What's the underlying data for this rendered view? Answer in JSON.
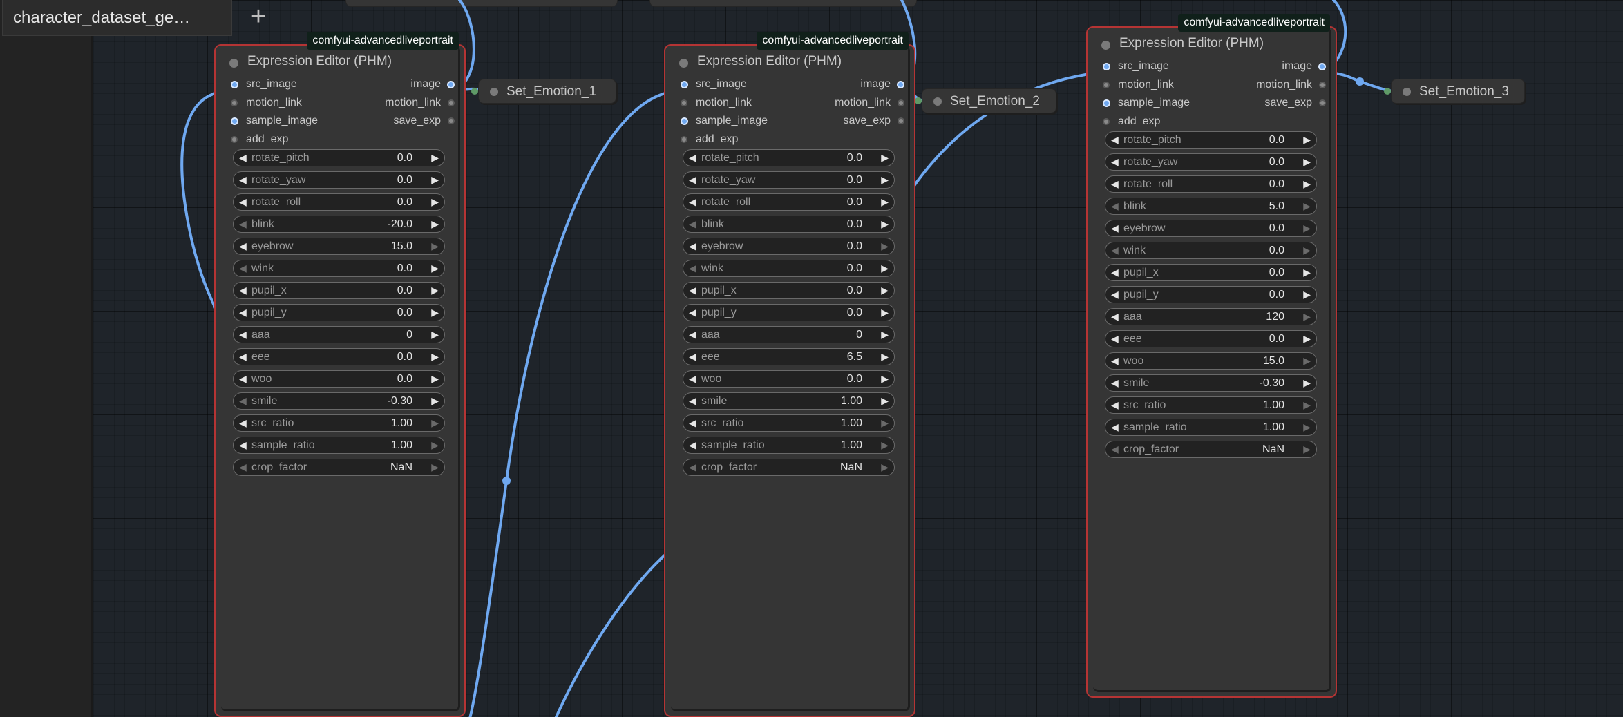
{
  "tab": {
    "title": "character_dataset_ge…",
    "add_label": "+"
  },
  "colors": {
    "wire": "#6fa8f0",
    "node_border": "#b53434",
    "badge_bg": "#10201a"
  },
  "nodes": [
    {
      "badge": "comfyui-advancedliveportrait",
      "title": "Expression Editor (PHM)",
      "inputs": [
        "src_image",
        "motion_link",
        "sample_image",
        "add_exp"
      ],
      "outputs": [
        "image",
        "motion_link",
        "save_exp"
      ],
      "widgets": [
        {
          "label": "rotate_pitch",
          "value": "0.0"
        },
        {
          "label": "rotate_yaw",
          "value": "0.0"
        },
        {
          "label": "rotate_roll",
          "value": "0.0"
        },
        {
          "label": "blink",
          "value": "-20.0"
        },
        {
          "label": "eyebrow",
          "value": "15.0"
        },
        {
          "label": "wink",
          "value": "0.0"
        },
        {
          "label": "pupil_x",
          "value": "0.0"
        },
        {
          "label": "pupil_y",
          "value": "0.0"
        },
        {
          "label": "aaa",
          "value": "0"
        },
        {
          "label": "eee",
          "value": "0.0"
        },
        {
          "label": "woo",
          "value": "0.0"
        },
        {
          "label": "smile",
          "value": "-0.30"
        },
        {
          "label": "src_ratio",
          "value": "1.00"
        },
        {
          "label": "sample_ratio",
          "value": "1.00"
        },
        {
          "label": "crop_factor",
          "value": "NaN"
        }
      ]
    },
    {
      "badge": "comfyui-advancedliveportrait",
      "title": "Expression Editor (PHM)",
      "inputs": [
        "src_image",
        "motion_link",
        "sample_image",
        "add_exp"
      ],
      "outputs": [
        "image",
        "motion_link",
        "save_exp"
      ],
      "widgets": [
        {
          "label": "rotate_pitch",
          "value": "0.0"
        },
        {
          "label": "rotate_yaw",
          "value": "0.0"
        },
        {
          "label": "rotate_roll",
          "value": "0.0"
        },
        {
          "label": "blink",
          "value": "0.0"
        },
        {
          "label": "eyebrow",
          "value": "0.0"
        },
        {
          "label": "wink",
          "value": "0.0"
        },
        {
          "label": "pupil_x",
          "value": "0.0"
        },
        {
          "label": "pupil_y",
          "value": "0.0"
        },
        {
          "label": "aaa",
          "value": "0"
        },
        {
          "label": "eee",
          "value": "6.5"
        },
        {
          "label": "woo",
          "value": "0.0"
        },
        {
          "label": "smile",
          "value": "1.00"
        },
        {
          "label": "src_ratio",
          "value": "1.00"
        },
        {
          "label": "sample_ratio",
          "value": "1.00"
        },
        {
          "label": "crop_factor",
          "value": "NaN"
        }
      ]
    },
    {
      "badge": "comfyui-advancedliveportrait",
      "title": "Expression Editor (PHM)",
      "inputs": [
        "src_image",
        "motion_link",
        "sample_image",
        "add_exp"
      ],
      "outputs": [
        "image",
        "motion_link",
        "save_exp"
      ],
      "widgets": [
        {
          "label": "rotate_pitch",
          "value": "0.0"
        },
        {
          "label": "rotate_yaw",
          "value": "0.0"
        },
        {
          "label": "rotate_roll",
          "value": "0.0"
        },
        {
          "label": "blink",
          "value": "5.0"
        },
        {
          "label": "eyebrow",
          "value": "0.0"
        },
        {
          "label": "wink",
          "value": "0.0"
        },
        {
          "label": "pupil_x",
          "value": "0.0"
        },
        {
          "label": "pupil_y",
          "value": "0.0"
        },
        {
          "label": "aaa",
          "value": "120"
        },
        {
          "label": "eee",
          "value": "0.0"
        },
        {
          "label": "woo",
          "value": "15.0"
        },
        {
          "label": "smile",
          "value": "-0.30"
        },
        {
          "label": "src_ratio",
          "value": "1.00"
        },
        {
          "label": "sample_ratio",
          "value": "1.00"
        },
        {
          "label": "crop_factor",
          "value": "NaN"
        }
      ]
    }
  ],
  "set_nodes": [
    {
      "title": "Set_Emotion_1"
    },
    {
      "title": "Set_Emotion_2"
    },
    {
      "title": "Set_Emotion_3"
    }
  ]
}
